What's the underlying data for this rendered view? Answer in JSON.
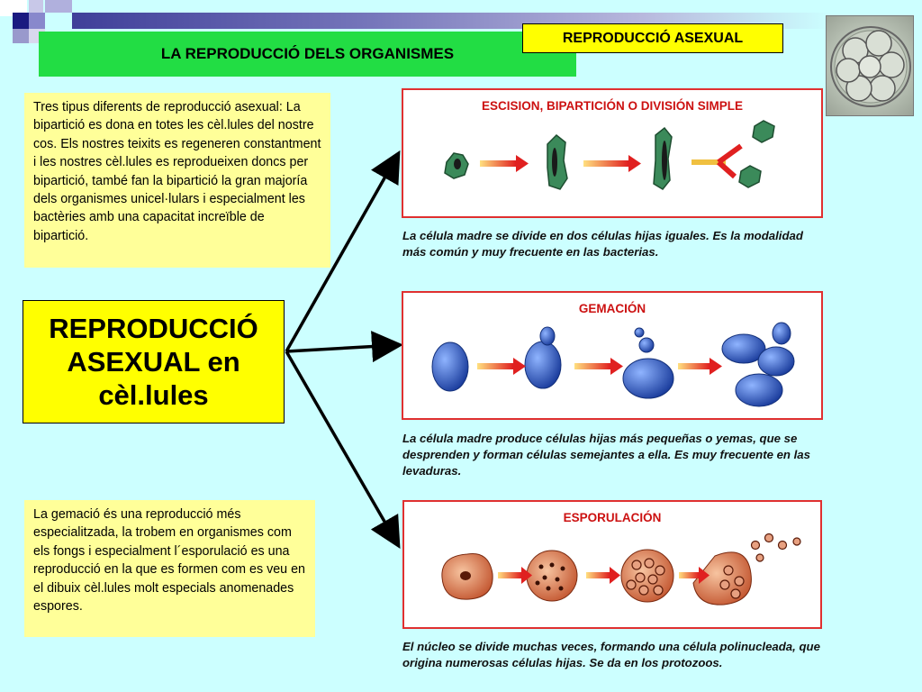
{
  "header": {
    "title": "LA REPRODUCCIÓ DELS ORGANISMES",
    "tag": "REPRODUCCIÓ ASEXUAL"
  },
  "main_label": "REPRODUCCIÓ ASEXUAL en cèl.lules",
  "notes": {
    "top": "Tres tipus diferents de reproducció asexual: La bipartició es dona en totes les cèl.lules del nostre cos. Els nostres teixits es regeneren constantment i les nostres cèl.lules es reprodueixen doncs per bipartició, també fan la bipartició la gran majoría dels organismes unicel·lulars i especialment les bactèries amb una capacitat increïble de bipartició.",
    "bottom": "La gemació és una reproducció més especialitzada, la trobem en organismes com els fongs i especialment l´esporulació es una reproducció en la que es formen com es veu en el dibuix cèl.lules molt especials anomenades espores."
  },
  "panels": [
    {
      "title": "ESCISION, BIPARTICIÓN O DIVISIÓN SIMPLE",
      "caption": "La célula madre se divide en dos células hijas iguales. Es la modalidad más común y muy frecuente en las bacterias."
    },
    {
      "title": "GEMACIÓN",
      "caption": "La célula madre produce células hijas más pequeñas o yemas, que se desprenden y forman células semejantes a ella. Es muy frecuente en las levaduras."
    },
    {
      "title": "ESPORULACIÓN",
      "caption": "El núcleo se divide muchas veces, formando una célula polinucleada, que origina numerosas células hijas. Se da en los protozoos."
    }
  ],
  "colors": {
    "background": "#ccffff",
    "title_green": "#22dd44",
    "yellow": "#ffff00",
    "note_yellow": "#ffff99",
    "panel_border": "#e03030",
    "arrow_red": "#e02020"
  },
  "icons": {
    "cell_photo": "embryo-cells-photo",
    "arrows": "black-arrow"
  }
}
